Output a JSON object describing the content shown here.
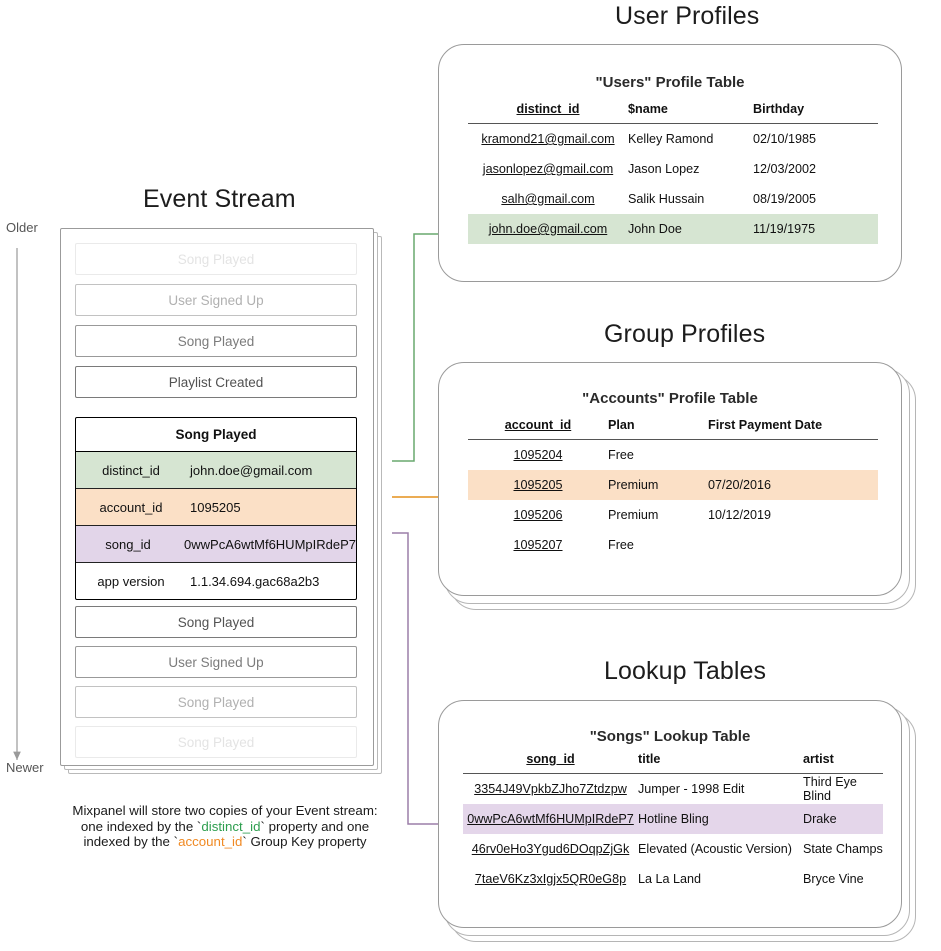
{
  "sections": {
    "event_stream_title": "Event Stream",
    "user_profiles_title": "User Profiles",
    "group_profiles_title": "Group Profiles",
    "lookup_tables_title": "Lookup Tables"
  },
  "time_axis": {
    "older": "Older",
    "newer": "Newer"
  },
  "event_stream": {
    "events_before": [
      {
        "label": "Song Played",
        "fade": "f1"
      },
      {
        "label": "User Signed Up",
        "fade": "f2"
      },
      {
        "label": "Song Played",
        "fade": "f3"
      },
      {
        "label": "Playlist Created",
        "fade": "f4"
      }
    ],
    "expanded_event": {
      "name": "Song Played",
      "properties": [
        {
          "key": "distinct_id",
          "value": "john.doe@gmail.com",
          "highlight": "green"
        },
        {
          "key": "account_id",
          "value": "1095205",
          "highlight": "orange"
        },
        {
          "key": "song_id",
          "value": "0wwPcA6wtMf6HUMpIRdeP7",
          "highlight": "purple"
        },
        {
          "key": "app version",
          "value": "1.1.34.694.gac68a2b3",
          "highlight": "none"
        }
      ]
    },
    "events_after": [
      {
        "label": "Song Played",
        "fade": "f4"
      },
      {
        "label": "User Signed Up",
        "fade": "f3"
      },
      {
        "label": "Song Played",
        "fade": "f2"
      },
      {
        "label": "Song Played",
        "fade": "f1"
      }
    ]
  },
  "caption": {
    "line1": "Mixpanel will store two copies of your Event stream:",
    "line2_pre": "one indexed by the `",
    "line2_token": "distinct_id",
    "line2_post": "` property and one",
    "line3_pre": "indexed by the `",
    "line3_token": "account_id",
    "line3_post": "` Group Key property"
  },
  "users_table": {
    "title": "\"Users\" Profile Table",
    "columns": [
      "distinct_id",
      "$name",
      "Birthday"
    ],
    "rows": [
      {
        "distinct_id": "kramond21@gmail.com",
        "name": "Kelley Ramond",
        "birthday": "02/10/1985",
        "highlight": "none"
      },
      {
        "distinct_id": "jasonlopez@gmail.com",
        "name": "Jason Lopez",
        "birthday": "12/03/2002",
        "highlight": "none"
      },
      {
        "distinct_id": "salh@gmail.com",
        "name": "Salik Hussain",
        "birthday": "08/19/2005",
        "highlight": "none"
      },
      {
        "distinct_id": "john.doe@gmail.com",
        "name": "John Doe",
        "birthday": "11/19/1975",
        "highlight": "green"
      }
    ]
  },
  "accounts_table": {
    "title": "\"Accounts\" Profile Table",
    "columns": [
      "account_id",
      "Plan",
      "First Payment Date"
    ],
    "rows": [
      {
        "account_id": "1095204",
        "plan": "Free",
        "first_payment_date": "",
        "highlight": "none"
      },
      {
        "account_id": "1095205",
        "plan": "Premium",
        "first_payment_date": "07/20/2016",
        "highlight": "orange"
      },
      {
        "account_id": "1095206",
        "plan": "Premium",
        "first_payment_date": "10/12/2019",
        "highlight": "none"
      },
      {
        "account_id": "1095207",
        "plan": "Free",
        "first_payment_date": "",
        "highlight": "none"
      }
    ]
  },
  "songs_table": {
    "title": "\"Songs\" Lookup Table",
    "columns": [
      "song_id",
      "title",
      "artist"
    ],
    "rows": [
      {
        "song_id": "3354J49VpkbZJho7Ztdzpw",
        "title": "Jumper - 1998 Edit",
        "artist": "Third Eye Blind",
        "highlight": "none"
      },
      {
        "song_id": "0wwPcA6wtMf6HUMpIRdeP7",
        "title": "Hotline Bling",
        "artist": "Drake",
        "highlight": "purple"
      },
      {
        "song_id": "46rv0eHo3Ygud6DOqpZjGk",
        "title": "Elevated (Acoustic Version)",
        "artist": "State Champs",
        "highlight": "none"
      },
      {
        "song_id": "7taeV6Kz3xIgjx5QR0eG8p",
        "title": "La La Land",
        "artist": "Bryce Vine",
        "highlight": "none"
      }
    ]
  },
  "colors": {
    "green": "#d6e5d2",
    "green_line": "#69a86f",
    "orange": "#fbe0c6",
    "orange_line": "#e8a13c",
    "purple": "#e4d6ea",
    "purple_line": "#9c7fa8",
    "card_border": "#9a9a9a"
  }
}
